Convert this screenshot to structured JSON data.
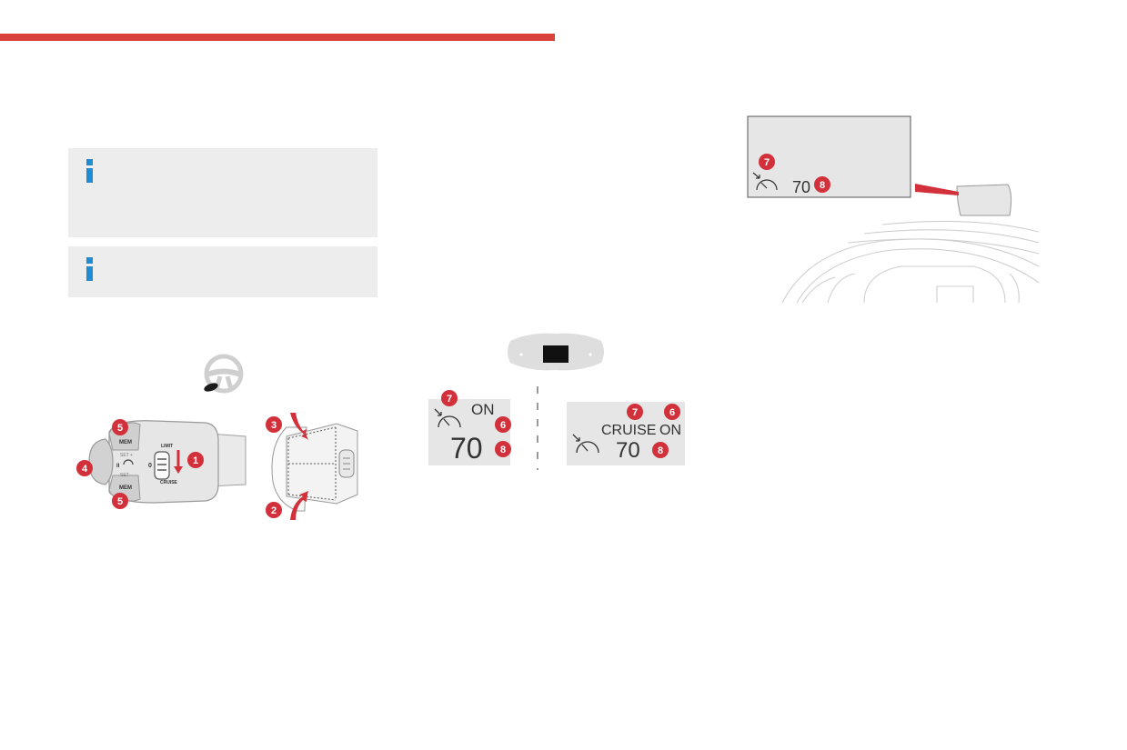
{
  "colors": {
    "accent_red": "#d8423a",
    "callout_red": "#d2303a",
    "info_blue": "#1f8bd3",
    "panel_grey": "#e6e6e6",
    "line_grey": "#9a9a9a"
  },
  "icons": {
    "info": "info-icon",
    "steering_wheel": "steering-wheel-icon",
    "speedometer": "speedometer-icon",
    "instrument_cluster": "instrument-cluster-icon"
  },
  "stalk": {
    "labels": {
      "mem_top": "MEM",
      "mem_bottom": "MEM",
      "set_plus": "SET +",
      "set_minus": "SET -",
      "pause": "II",
      "zero": "0",
      "limit": "LIMIT",
      "cruise": "CRUISE"
    },
    "callouts": {
      "c1": "1",
      "c4": "4",
      "c5_top": "5",
      "c5_bottom": "5"
    }
  },
  "wheel_side": {
    "callouts": {
      "c2": "2",
      "c3": "3"
    }
  },
  "display_left": {
    "status": "ON",
    "speed": "70",
    "callouts": {
      "c6": "6",
      "c7": "7",
      "c8": "8"
    }
  },
  "display_right": {
    "mode": "CRUISE",
    "status": "ON",
    "speed": "70",
    "callouts": {
      "c6": "6",
      "c7": "7",
      "c8": "8"
    }
  },
  "hud": {
    "speed": "70",
    "callouts": {
      "c7": "7",
      "c8": "8"
    }
  }
}
